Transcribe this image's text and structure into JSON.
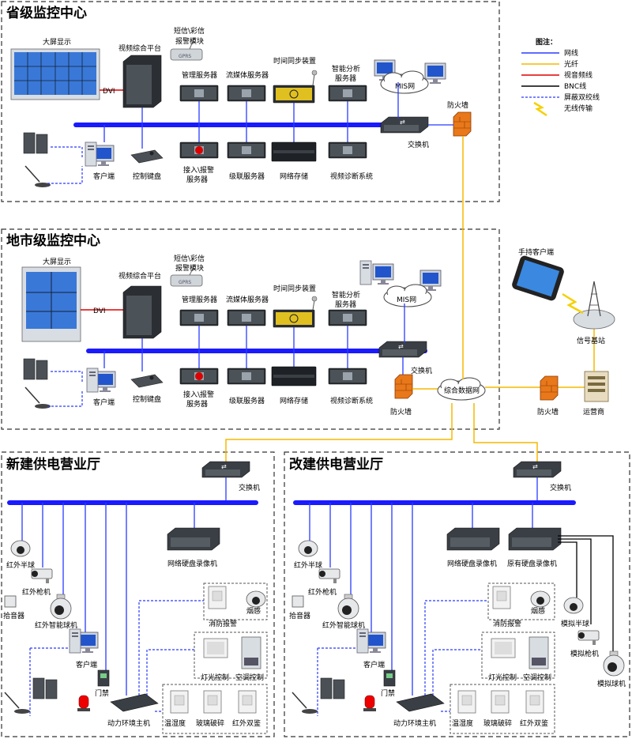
{
  "zones": {
    "provincial": "省级监控中心",
    "city": "地市级监控中心",
    "new_hall": "新建供电营业厅",
    "rebuilt_hall": "改建供电营业厅"
  },
  "provincial": {
    "big_screen": "大屏显示",
    "video_platform": "视频综合平台",
    "dvi": "DVI",
    "sms_line1": "短信\\彩信",
    "sms_line2": "报警模块",
    "gprs": "GPRS",
    "mgmt_server": "管理服务器",
    "stream_server": "流媒体服务器",
    "time_sync": "时间同步装置",
    "smart_line1": "智能分析",
    "smart_line2": "服务器",
    "mis": "MIS网",
    "firewall": "防火墙",
    "switch": "交换机",
    "client": "客户端",
    "keyboard": "控制键盘",
    "alarm_line1": "接入\\报警",
    "alarm_line2": "服务器",
    "cascade": "级联服务器",
    "storage": "网络存储",
    "diag": "视频诊断系统"
  },
  "city": {
    "big_screen": "大屏显示",
    "video_platform": "视频综合平台",
    "dvi": "DVI",
    "sms_line1": "短信\\彩信",
    "sms_line2": "报警模块",
    "gprs": "GPRS",
    "mgmt_server": "管理服务器",
    "stream_server": "流媒体服务器",
    "time_sync": "时间同步装置",
    "smart_line1": "智能分析",
    "smart_line2": "服务器",
    "mis": "MIS网",
    "firewall": "防火墙",
    "switch": "交换机",
    "client": "客户端",
    "keyboard": "控制键盘",
    "alarm_line1": "接入\\报警",
    "alarm_line2": "服务器",
    "cascade": "级联服务器",
    "storage": "网络存储",
    "diag": "视频诊断系统"
  },
  "wan": {
    "integrated_net": "综合数据网",
    "handheld": "手持客户端",
    "base_station": "信号基站",
    "firewall": "防火墙",
    "operator": "运营商"
  },
  "legend": {
    "title": "图注：",
    "items": [
      "网线",
      "光纤",
      "视音频线",
      "BNC线",
      "屏蔽双绞线",
      "无线传输"
    ],
    "colors": [
      "#2a3bff",
      "#f5b800",
      "#e00000",
      "#000000",
      "#2a3bff",
      "#f5d000"
    ]
  },
  "new_hall": {
    "switch": "交换机",
    "ir_dome": "红外半球",
    "ir_bullet": "红外枪机",
    "pickup": "拾音器",
    "ir_speed_dome": "红外智能球机",
    "nvr": "网络硬盘录像机",
    "fire_alarm": "消防报警",
    "smoke": "烟感",
    "light_ctrl": "灯光控制",
    "ac_ctrl": "空调控制",
    "client": "客户端",
    "door": "门禁",
    "env_host": "动力环境主机",
    "temp_hum": "温湿度",
    "glass": "玻璃破碎",
    "ir_dual": "红外双鉴"
  },
  "rebuilt_hall": {
    "switch": "交换机",
    "ir_dome": "红外半球",
    "ir_bullet": "红外枪机",
    "pickup": "拾音器",
    "ir_speed_dome": "红外智能球机",
    "nvr": "网络硬盘录像机",
    "old_dvr": "原有硬盘录像机",
    "analog_dome": "模拟半球",
    "analog_bullet": "模拟枪机",
    "analog_speed": "模拟球机",
    "fire_alarm": "消防报警",
    "smoke": "烟感",
    "light_ctrl": "灯光控制",
    "ac_ctrl": "空调控制",
    "client": "客户端",
    "door": "门禁",
    "env_host": "动力环境主机",
    "temp_hum": "温湿度",
    "glass": "玻璃破碎",
    "ir_dual": "红外双鉴"
  }
}
